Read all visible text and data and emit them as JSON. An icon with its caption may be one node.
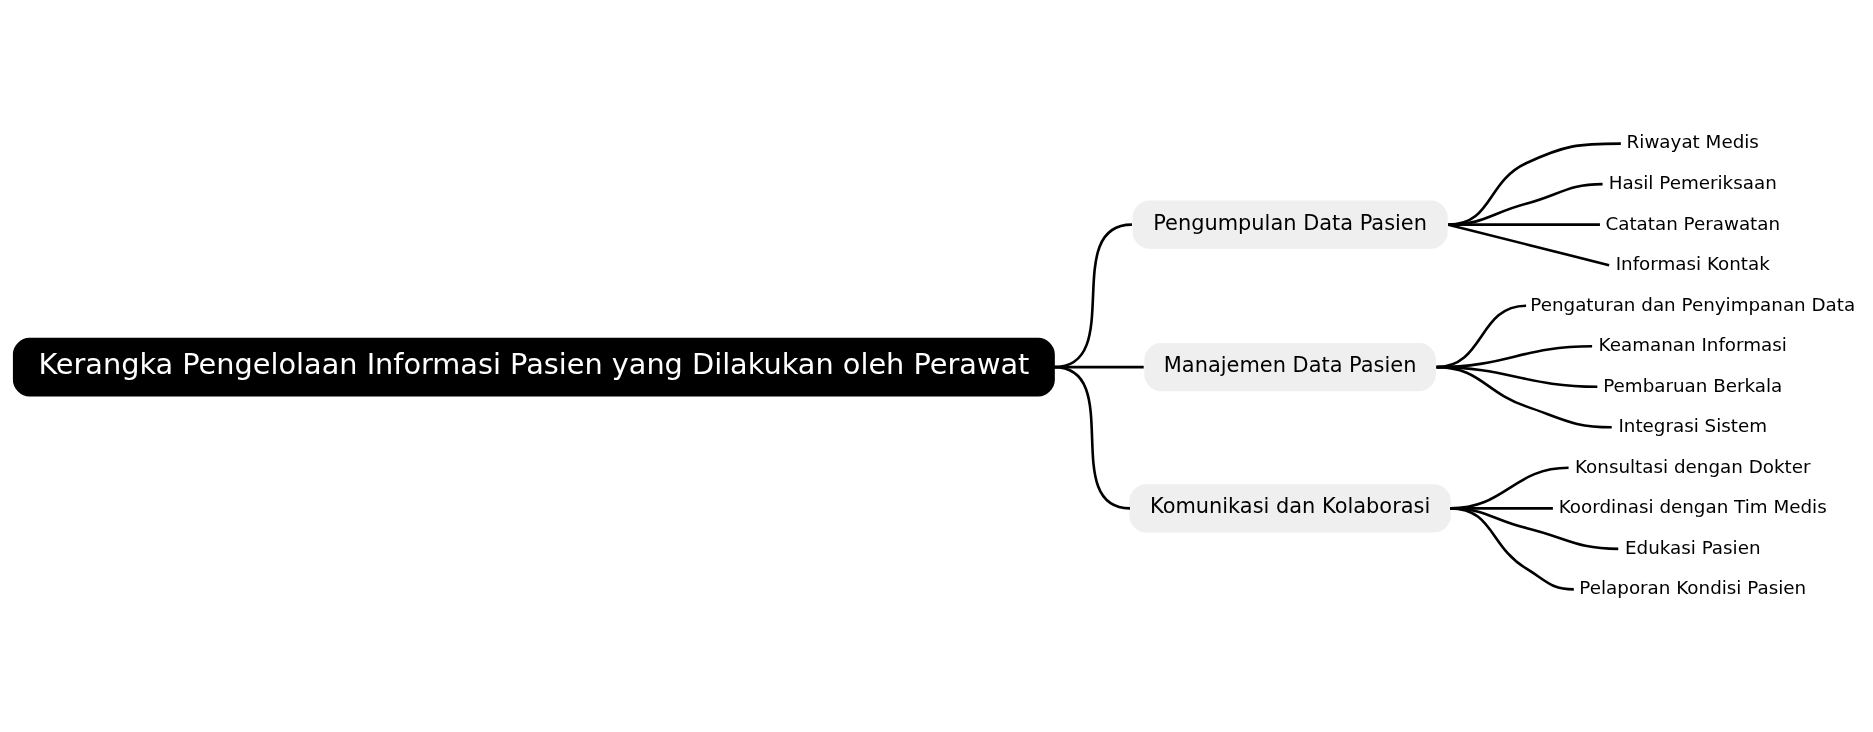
{
  "diagram": {
    "nodes": [
      {
        "text": [
          "Kerangka Pengelolaan Informasi Pasien yang Dilakukan oleh Perawat"
        ]
      },
      {
        "text": [
          "Pengumpulan Data Pasien"
        ]
      },
      {
        "text": [
          "Riwayat Medis"
        ]
      },
      {
        "text": [
          "Hasil Pemeriksaan"
        ]
      },
      {
        "text": [
          "Catatan Perawatan"
        ]
      },
      {
        "text": [
          "Informasi Kontak"
        ]
      },
      {
        "text": [
          "Manajemen Data Pasien"
        ]
      },
      {
        "text": [
          "Pengaturan dan Penyimpanan Data"
        ]
      },
      {
        "text": [
          "Keamanan Informasi"
        ]
      },
      {
        "text": [
          "Pembaruan Berkala"
        ]
      },
      {
        "text": [
          "Integrasi Sistem"
        ]
      },
      {
        "text": [
          "Komunikasi dan Kolaborasi"
        ]
      },
      {
        "text": [
          "Konsultasi dengan Dokter"
        ]
      },
      {
        "text": [
          "Koordinasi dengan Tim Medis"
        ]
      },
      {
        "text": [
          "Edukasi Pasien"
        ]
      },
      {
        "text": [
          "Pelaporan Kondisi Pasien"
        ]
      }
    ],
    "edges": [
      {
        "from": 0,
        "to": 1,
        "arrow": "none"
      },
      {
        "from": 0,
        "to": 6,
        "arrow": "none"
      },
      {
        "from": 0,
        "to": 11,
        "arrow": "none"
      },
      {
        "from": 1,
        "to": 2,
        "arrow": "none"
      },
      {
        "from": 1,
        "to": 3,
        "arrow": "none"
      },
      {
        "from": 1,
        "to": 4,
        "arrow": "none"
      },
      {
        "from": 1,
        "to": 5,
        "arrow": "none"
      },
      {
        "from": 6,
        "to": 7,
        "arrow": "none"
      },
      {
        "from": 6,
        "to": 8,
        "arrow": "none"
      },
      {
        "from": 6,
        "to": 9,
        "arrow": "none"
      },
      {
        "from": 6,
        "to": 10,
        "arrow": "none"
      },
      {
        "from": 11,
        "to": 12,
        "arrow": "none"
      },
      {
        "from": 11,
        "to": 13,
        "arrow": "none"
      },
      {
        "from": 11,
        "to": 14,
        "arrow": "none"
      },
      {
        "from": 11,
        "to": 15,
        "arrow": "none"
      }
    ]
  }
}
